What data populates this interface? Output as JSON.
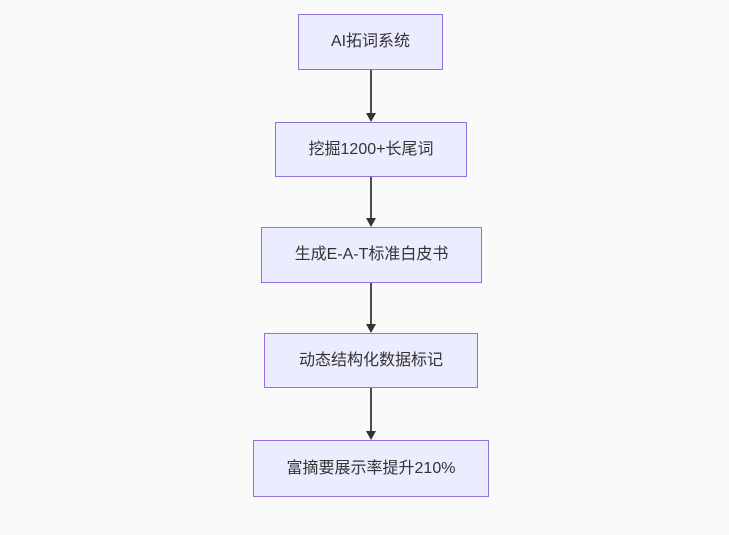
{
  "diagram": {
    "type": "flowchart",
    "direction": "top-down",
    "nodes": [
      {
        "label": "AI拓词系统"
      },
      {
        "label": "挖掘1200+长尾词"
      },
      {
        "label": "生成E-A-T标准白皮书"
      },
      {
        "label": "动态结构化数据标记"
      },
      {
        "label": "富摘要展示率提升210%"
      }
    ],
    "edges": [
      {
        "from": 0,
        "to": 1
      },
      {
        "from": 1,
        "to": 2
      },
      {
        "from": 2,
        "to": 3
      },
      {
        "from": 3,
        "to": 4
      }
    ],
    "colors": {
      "background": "#fafafa",
      "node_fill": "#ececff",
      "node_border": "#9370db",
      "node_text": "#333333",
      "arrow_line": "#4d4d4d",
      "arrow_head": "#333333"
    }
  }
}
